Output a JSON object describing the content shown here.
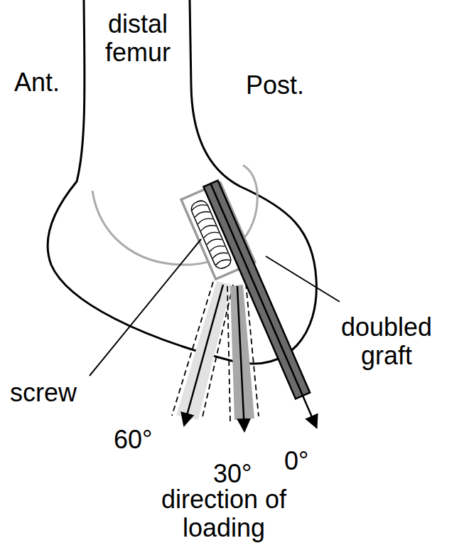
{
  "diagram": {
    "labels": [
      "distal femur",
      "Ant.",
      "Post.",
      "screw",
      "doubled graft",
      "60°",
      "30°",
      "0°",
      "direction of loading"
    ]
  }
}
